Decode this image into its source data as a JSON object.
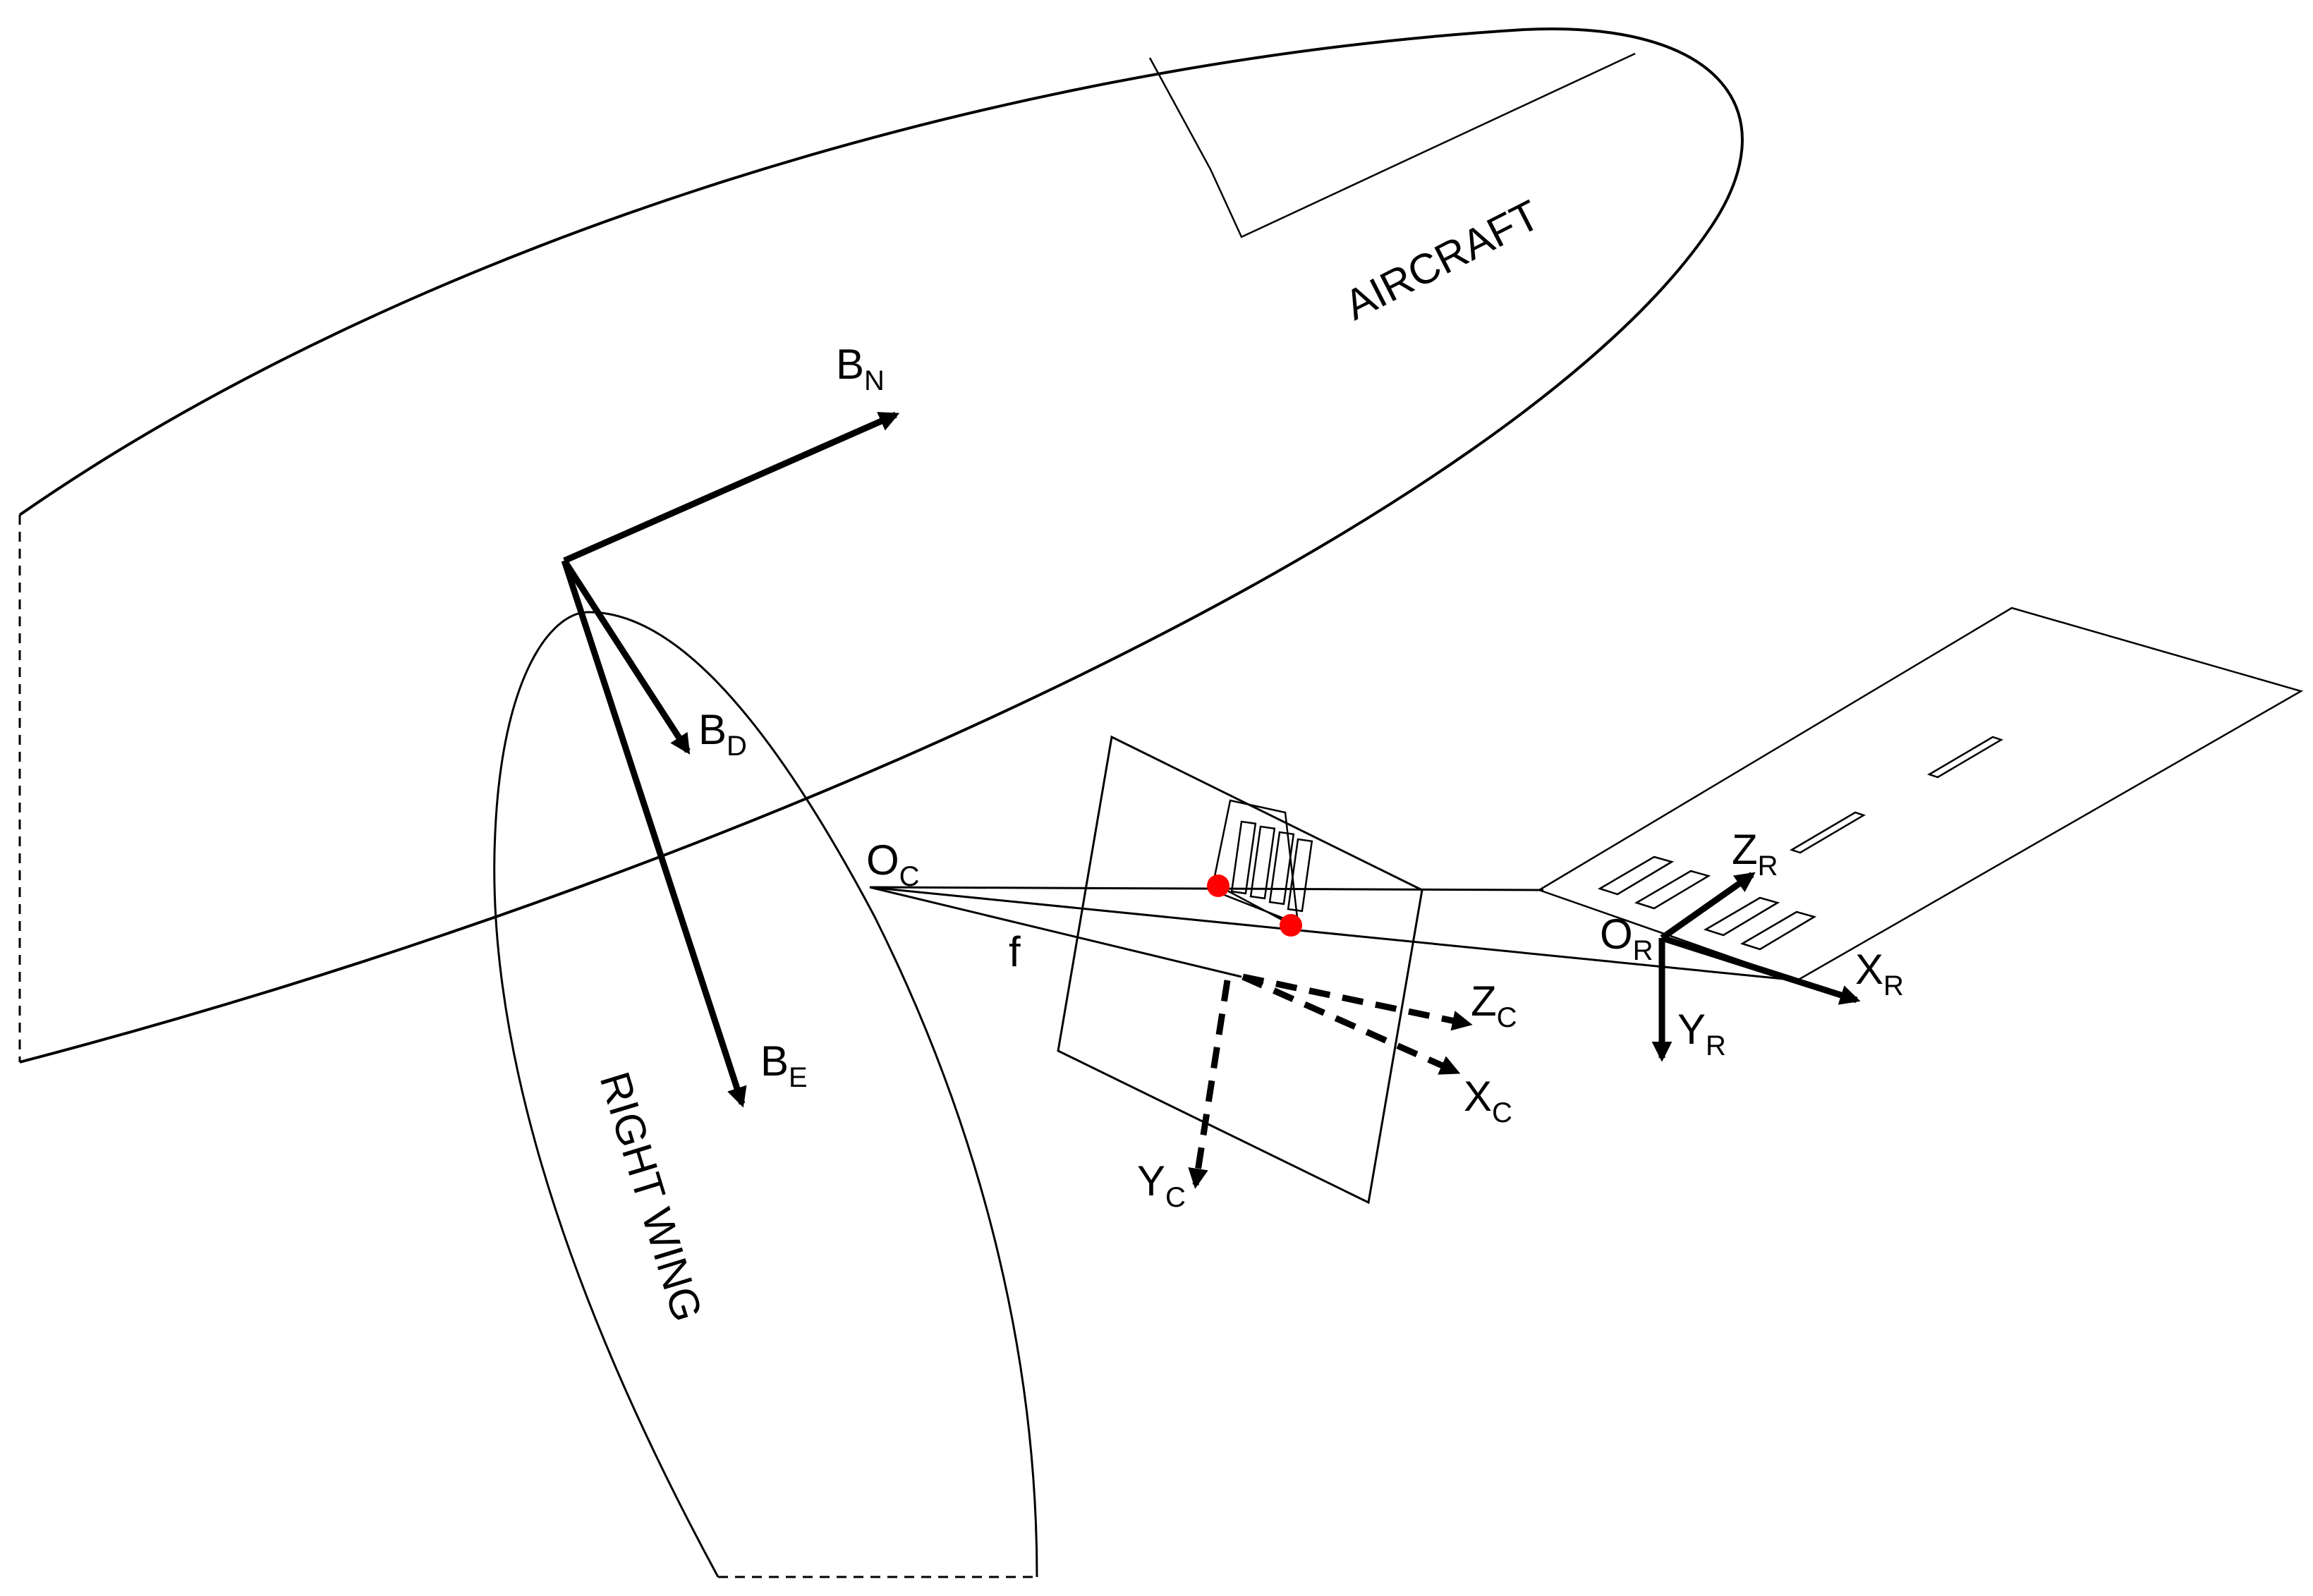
{
  "aircraft": {
    "label": "AIRCRAFT"
  },
  "right_wing": {
    "label": "RIGHT WING"
  },
  "body_frame": {
    "n_main": "B",
    "n_sub": "N",
    "d_main": "B",
    "d_sub": "D",
    "e_main": "B",
    "e_sub": "E"
  },
  "camera_frame": {
    "origin_main": "O",
    "origin_sub": "C",
    "focal_label": "f",
    "z_main": "Z",
    "z_sub": "C",
    "x_main": "X",
    "x_sub": "C",
    "y_main": "Y",
    "y_sub": "C"
  },
  "runway_frame": {
    "origin_main": "O",
    "origin_sub": "R",
    "z_main": "Z",
    "z_sub": "R",
    "x_main": "X",
    "x_sub": "R",
    "y_main": "Y",
    "y_sub": "R"
  },
  "colors": {
    "line": "#000000",
    "projected_point": "#ff0000",
    "background": "#ffffff"
  }
}
